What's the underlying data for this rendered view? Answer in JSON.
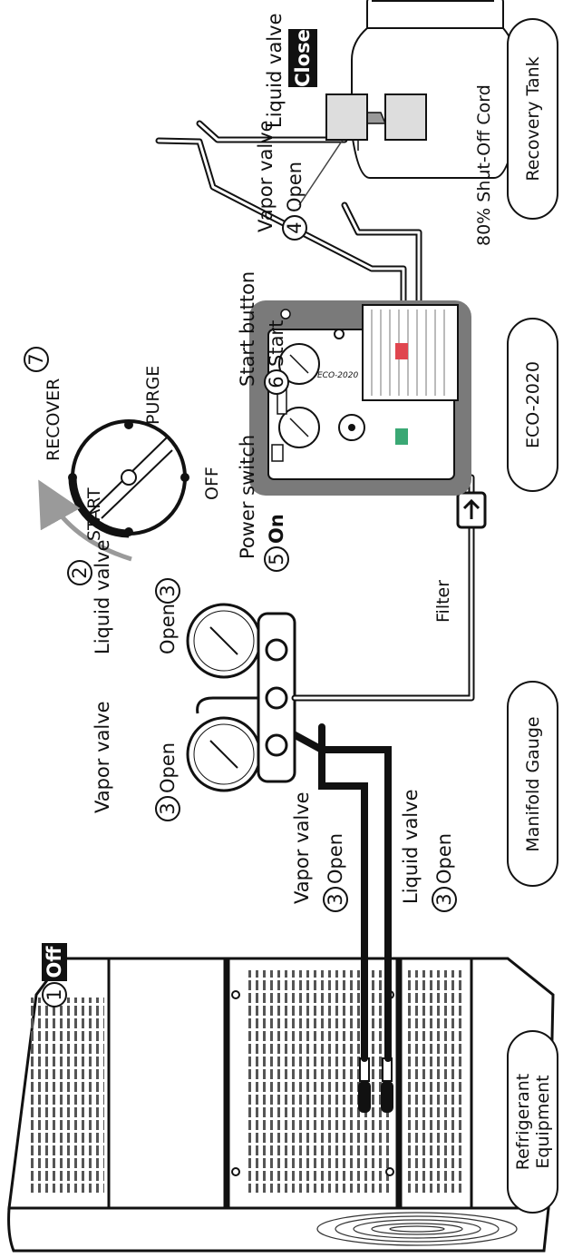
{
  "steps": {
    "s1": {
      "num": "1",
      "label": "Off"
    },
    "s2": {
      "num": "2",
      "label": "START"
    },
    "s3_vapor_gauge": {
      "title": "Vapor valve",
      "num": "3",
      "label": "Open"
    },
    "s3_liquid_gauge": {
      "title": "Liquid valve",
      "num": "3",
      "label": "Open"
    },
    "s3_vapor_equip": {
      "title": "Vapor valve",
      "num": "3",
      "label": "Open"
    },
    "s3_liquid_equip": {
      "title": "Liquid valve",
      "num": "3",
      "label": "Open"
    },
    "s4": {
      "title": "Vapor valve",
      "num": "4",
      "label": "Open"
    },
    "s5": {
      "title": "Power switch",
      "num": "5",
      "label": "On"
    },
    "s6": {
      "title": "Start button",
      "num": "6",
      "label": "Start"
    },
    "s7": {
      "num": "7",
      "label": "RECOVER"
    },
    "tank_liquid": {
      "title": "Liquid valve",
      "label": "Close"
    }
  },
  "knob": {
    "purge": "PURGE",
    "off": "OFF"
  },
  "labels": {
    "filter": "Filter",
    "shutoff": "80% Shut-Off Cord",
    "device_brand": "ECO-2020"
  },
  "components": {
    "equipment": [
      "Refrigerant",
      "Equipment"
    ],
    "manifold": "Manifold Gauge",
    "eco": "ECO-2020",
    "tank": "Recovery Tank"
  },
  "colors": {
    "ink": "#111111",
    "arrow_gray": "#9a9a9a",
    "intake_green": "#3aa874",
    "outlet_red": "#e0464f",
    "device_gray": "#7a7a7a"
  }
}
